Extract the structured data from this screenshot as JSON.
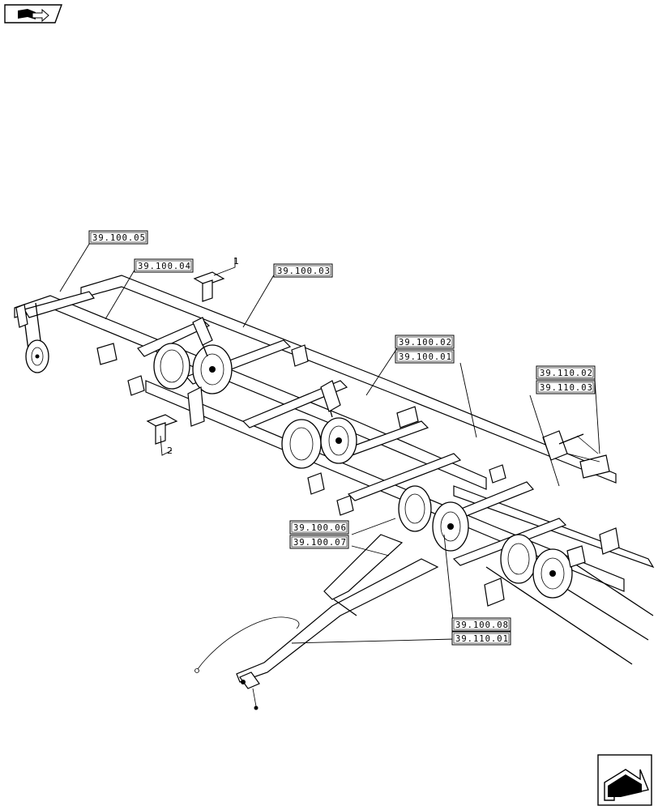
{
  "nav": {
    "top_icon": "book-arrow-icon",
    "bottom_icon": "next-page-arrow-icon"
  },
  "callouts": [
    {
      "id": "c1",
      "label": "39.100.05"
    },
    {
      "id": "c2",
      "label": "39.100.04"
    },
    {
      "id": "c3",
      "label": "39.100.03"
    },
    {
      "id": "c4",
      "label": "39.100.02"
    },
    {
      "id": "c5",
      "label": "39.100.01"
    },
    {
      "id": "c6",
      "label": "39.110.02"
    },
    {
      "id": "c7",
      "label": "39.110.03"
    },
    {
      "id": "c8",
      "label": "39.100.06"
    },
    {
      "id": "c9",
      "label": "39.100.07"
    },
    {
      "id": "c10",
      "label": "39.100.08"
    },
    {
      "id": "c11",
      "label": "39.110.01"
    }
  ],
  "ref_numbers": [
    "1",
    "2"
  ]
}
